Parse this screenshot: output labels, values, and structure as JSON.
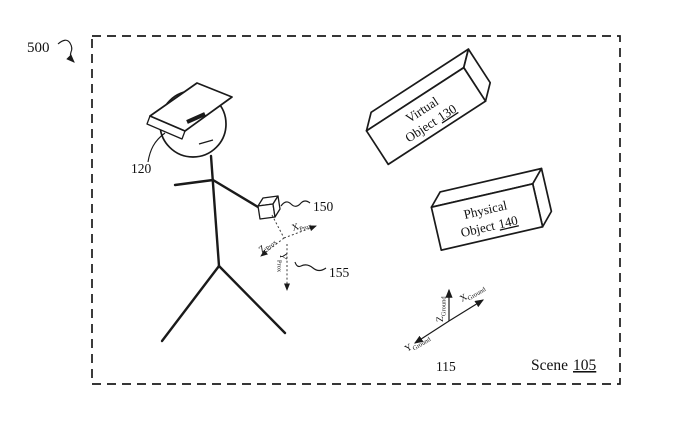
{
  "figure": {
    "outer_ref": "500",
    "person_ref": "120",
    "controller_ref": "150",
    "prox_axes_ref": "155",
    "ground_axes_ref": "115",
    "scene": {
      "label": "Scene",
      "ref": "105"
    },
    "virtual_object": {
      "line1": "Virtual",
      "line2": "Object",
      "ref": "130"
    },
    "physical_object": {
      "line1": "Physical",
      "line2": "Object",
      "ref": "140"
    },
    "axes": {
      "prox": {
        "x": "X",
        "y": "Y",
        "z": "Z",
        "sub": "Prox"
      },
      "ground": {
        "x": "X",
        "y": "Y",
        "z": "Z",
        "sub": "Ground"
      }
    }
  }
}
